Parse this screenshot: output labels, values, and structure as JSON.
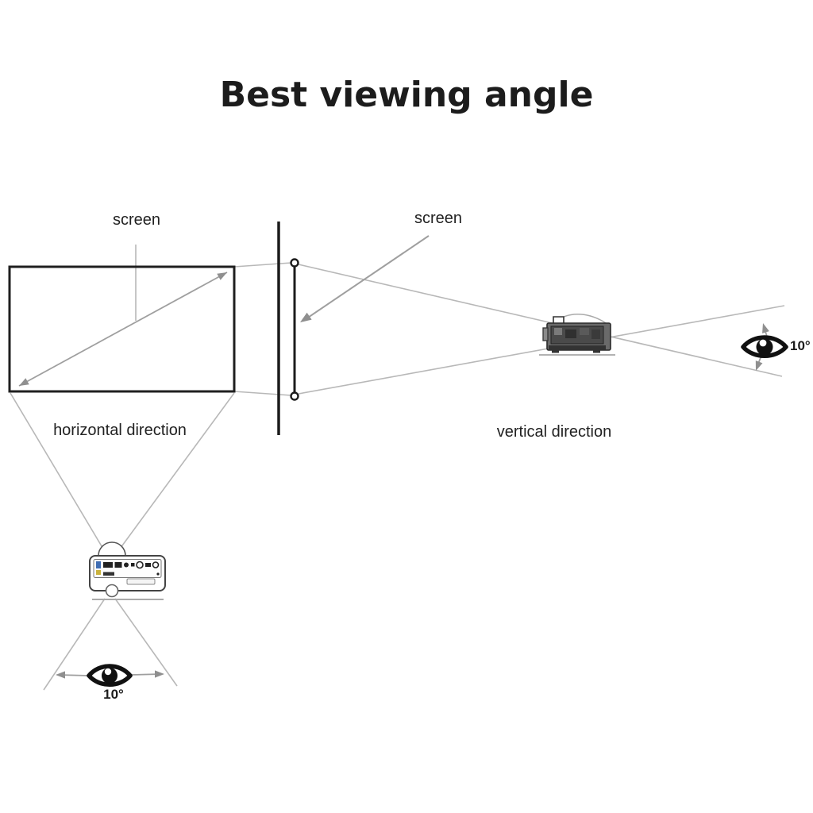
{
  "title": "Best viewing angle",
  "colors": {
    "background": "#ffffff",
    "ink": "#1c1c1c",
    "line_light": "#b8b8b8",
    "line_mid": "#9a9a9a"
  },
  "horizontal_section": {
    "screen_label": "screen",
    "direction_label": "horizontal direction",
    "angle_label": "10°"
  },
  "vertical_section": {
    "screen_label": "screen",
    "direction_label": "vertical direction",
    "angle_label": "10°"
  },
  "icons": {
    "left_projector": "projector-top-view-icon",
    "right_projector": "projector-side-view-icon",
    "left_viewer": "eye-icon",
    "right_viewer": "eye-icon"
  }
}
